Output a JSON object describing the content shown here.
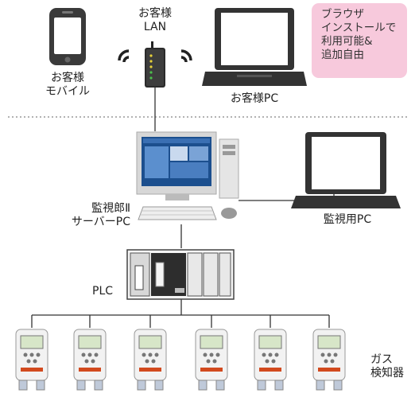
{
  "labels": {
    "customer_mobile": [
      "お客様",
      "モバイル"
    ],
    "customer_lan": [
      "お客様",
      "LAN"
    ],
    "customer_pc": "お客様PC",
    "server_pc": [
      "監視郎Ⅱ",
      "サーバーPC"
    ],
    "monitor_pc": "監視用PC",
    "plc": "PLC",
    "gas_detector": [
      "ガス",
      "検知器"
    ]
  },
  "callout": [
    "ブラウザ",
    "インストールで",
    "利用可能&",
    "追加自由"
  ],
  "colors": {
    "callout_bg": "#f7c9dc",
    "device_dark": "#333333",
    "monitor_blue": "#1c4f8e"
  }
}
